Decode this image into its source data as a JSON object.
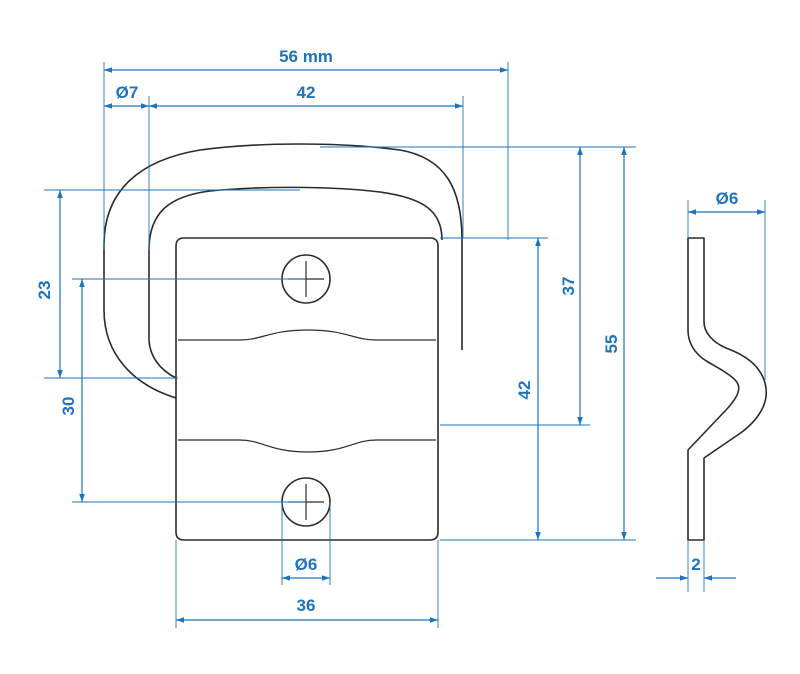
{
  "colors": {
    "dimension": "#1e73be",
    "outline": "#2b2b2b",
    "background": "#ffffff"
  },
  "dimensions": {
    "overall_width": "56 mm",
    "hole_diameter_top": "Ø7",
    "ring_span": "42",
    "ring_height": "23",
    "hole_spacing": "30",
    "height_37": "37",
    "plate_height": "42",
    "overall_height": "55",
    "hole_diameter_bottom": "Ø6",
    "plate_width": "36",
    "wire_diameter": "Ø6",
    "plate_thickness": "2"
  }
}
